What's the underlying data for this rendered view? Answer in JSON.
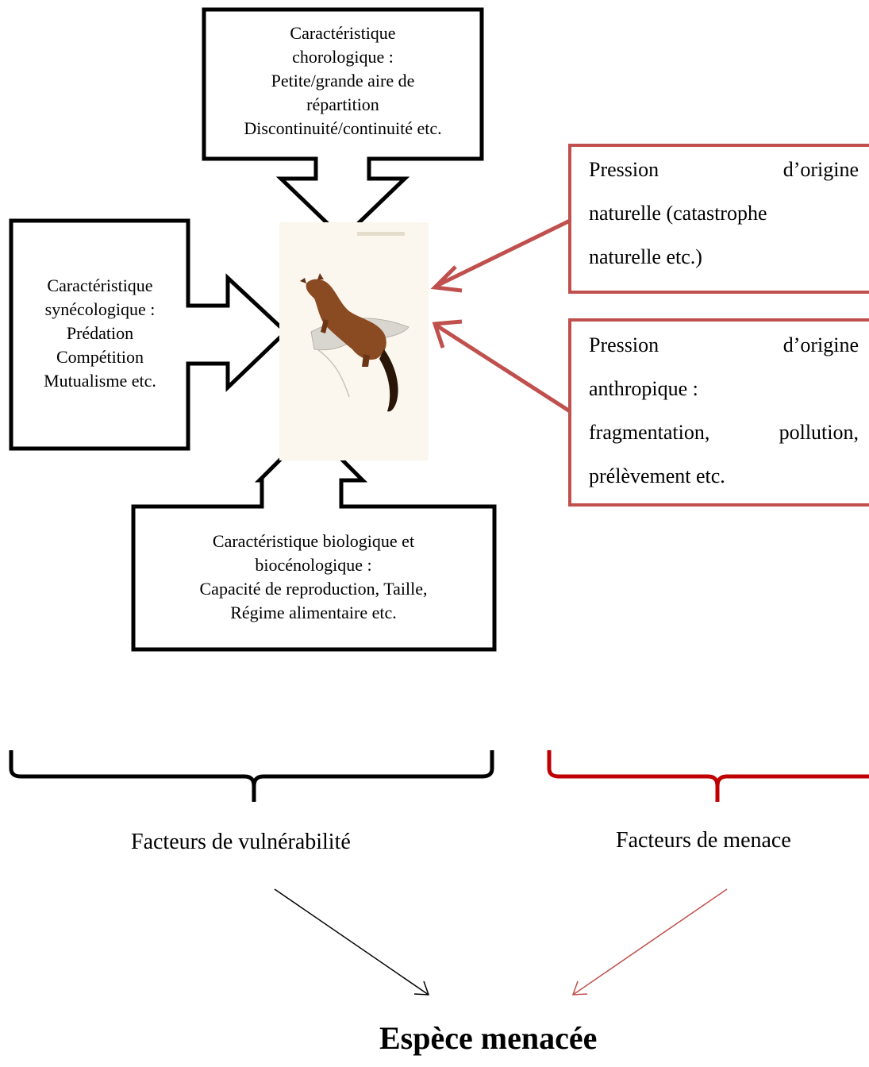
{
  "boxes": {
    "chorologique": [
      "Caractéristique",
      "chorologique :",
      "Petite/grande aire de",
      "répartition",
      "Discontinuité/continuité etc."
    ],
    "synecologique": [
      "Caractéristique",
      "synécologique :",
      "Prédation",
      "Compétition",
      "Mutualisme etc."
    ],
    "biologique": [
      "Caractéristique biologique et",
      "biocénologique :",
      "Capacité de reproduction, Taille,",
      "Régime alimentaire etc."
    ]
  },
  "pressures": {
    "naturelle": [
      "Pression d’origine",
      "naturelle (catastrophe",
      "naturelle etc.)"
    ],
    "anthropique": [
      "Pression d’origine",
      "anthropique :",
      "fragmentation, pollution,",
      "prélèvement etc."
    ]
  },
  "groups": {
    "vulnerability_label": "Facteurs de vulnérabilité",
    "threat_label": "Facteurs de menace"
  },
  "result": "Espèce menacée",
  "colors": {
    "black": "#000000",
    "red_box": "#c0504d",
    "red_brace": "#c00000",
    "animal": "#8a4a22"
  },
  "icons": {
    "center_image": "animal-illustration"
  }
}
